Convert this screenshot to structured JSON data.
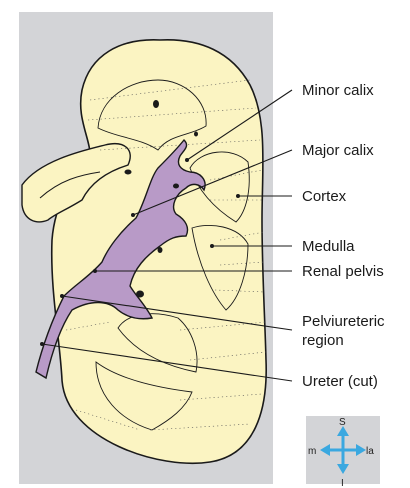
{
  "labels": {
    "minor_calix": "Minor calix",
    "major_calix": "Major calix",
    "cortex": "Cortex",
    "medulla": "Medulla",
    "renal_pelvis": "Renal pelvis",
    "pelviureteric_line1": "Pelviureteric",
    "pelviureteric_line2": "region",
    "ureter": "Ureter (cut)"
  },
  "orientation": {
    "superior": "S",
    "inferior": "I",
    "medial": "m",
    "lateral": "la"
  },
  "colors": {
    "panel": "#d3d4d7",
    "kidney": "#fbf4c2",
    "pelvis": "#b89ac7",
    "outline": "#1a1a1a",
    "compass_panel": "#d3d4d7",
    "compass_arrow": "#3aa8e0"
  }
}
